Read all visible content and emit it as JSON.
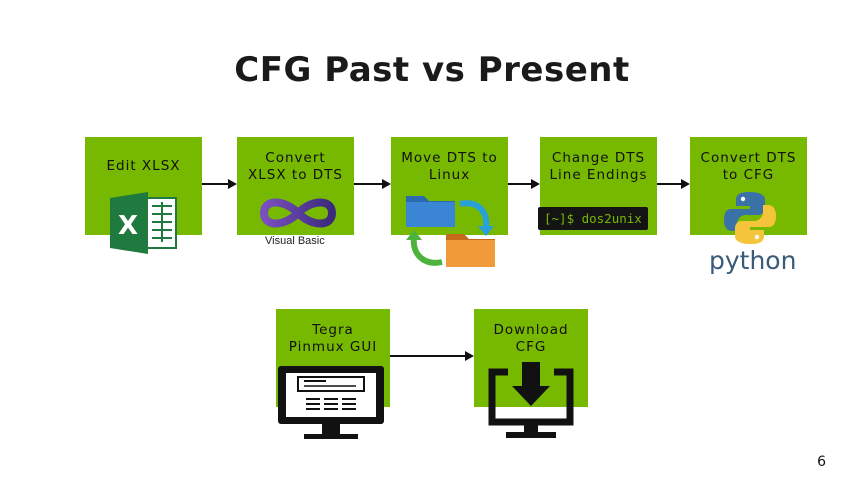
{
  "slide": {
    "title": "CFG Past vs Present",
    "page_number": "6"
  },
  "boxes": {
    "edit_xlsx": "Edit XLSX",
    "convert_xlsx": "Convert\nXLSX to DTS",
    "move_dts": "Move DTS to\nLinux",
    "change_dts": "Change DTS\nLine Endings",
    "convert_dts": "Convert DTS\nto CFG",
    "tegra_gui": "Tegra\nPinmux GUI",
    "download_cfg": "Download\nCFG"
  },
  "icons": {
    "excel": "excel-icon",
    "visual_basic": "visual-basic-icon",
    "folders": "folder-sync-icon",
    "terminal": "terminal-icon",
    "python": "python-icon",
    "monitor_gui": "monitor-gui-icon",
    "monitor_download": "monitor-download-icon"
  },
  "terminal_text": "[~]$ dos2unix",
  "vb_text": "Visual Basic",
  "python_text": "python",
  "colors": {
    "accent": "#76b900",
    "terminal_bg": "#141414"
  }
}
